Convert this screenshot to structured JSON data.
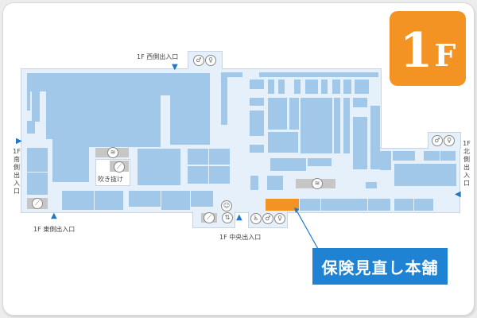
{
  "floor_badge": {
    "number": "1",
    "letter": "F",
    "color": "#f39324"
  },
  "entrances": {
    "west": "1F 西側出入口",
    "east": "1F 東側出入口",
    "central": "1F 中央出入口",
    "south": "1F南側出入口",
    "north": "1F北側出入口"
  },
  "atrium_label": "吹き抜け",
  "callout": {
    "label": "保険見直し本舗",
    "color": "#1f82d2"
  },
  "icons": {
    "restroom_male": "♂",
    "restroom_female": "♀",
    "accessible": "♿",
    "escalator": "⟋",
    "elevator": "⇅",
    "stairs": "≋",
    "baby": "☺",
    "arrow_down": "▼",
    "arrow_up": "▲",
    "arrow_right": "▶",
    "arrow_left": "◀"
  },
  "colors": {
    "store_block": "#a2c8e9",
    "floor": "#e6f0fb",
    "highlight": "#f39324",
    "arrow": "#1f78c8"
  }
}
